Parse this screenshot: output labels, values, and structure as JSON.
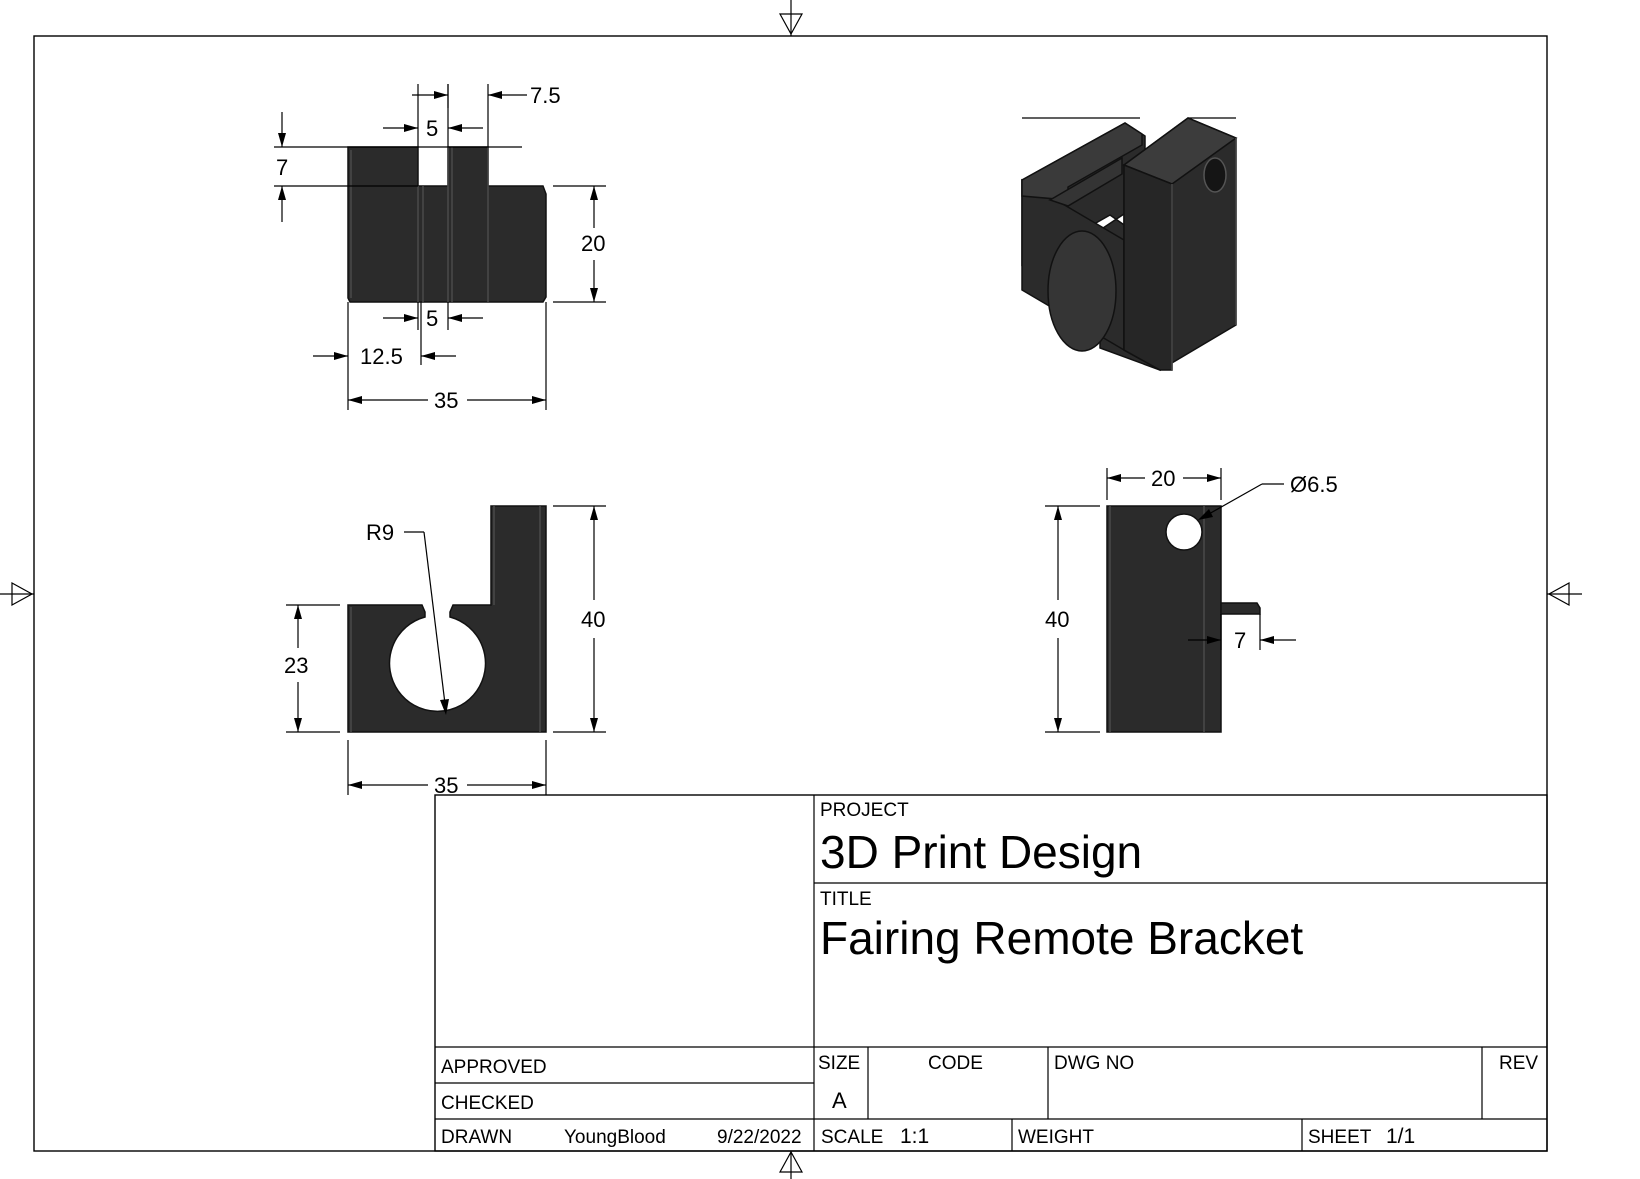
{
  "drawing": {
    "top_view": {
      "dim_slot_width_top": "5",
      "dim_offset": "7.5",
      "dim_depth": "7",
      "dim_height": "20",
      "dim_slot_width_bottom": "5",
      "dim_slot_position": "12.5",
      "dim_width": "35"
    },
    "front_view": {
      "dim_radius": "R9",
      "dim_height_left": "23",
      "dim_height_total": "40",
      "dim_width": "35"
    },
    "side_view": {
      "dim_width": "20",
      "dim_hole": "Ø6.5",
      "dim_height": "40",
      "dim_tab": "7"
    }
  },
  "title_block": {
    "project_label": "PROJECT",
    "project_value": "3D Print Design",
    "title_label": "TITLE",
    "title_value": "Fairing Remote Bracket",
    "approved_label": "APPROVED",
    "checked_label": "CHECKED",
    "drawn_label": "DRAWN",
    "drawn_by": "YoungBlood",
    "drawn_date": "9/22/2022",
    "size_label": "SIZE",
    "size_value": "A",
    "code_label": "CODE",
    "dwg_no_label": "DWG NO",
    "rev_label": "REV",
    "scale_label": "SCALE",
    "scale_value": "1:1",
    "weight_label": "WEIGHT",
    "sheet_label": "SHEET",
    "sheet_value": "1/1"
  }
}
